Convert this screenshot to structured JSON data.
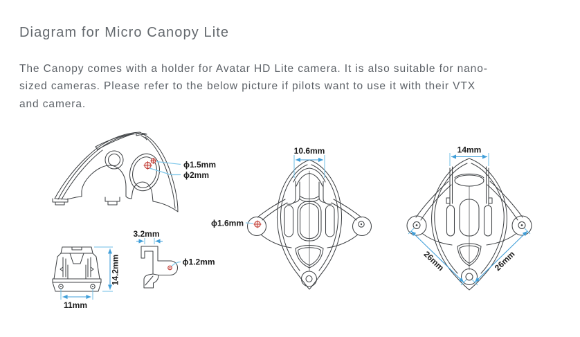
{
  "page": {
    "title": "Diagram for Micro Canopy Lite",
    "paragraph_lines": [
      "The Canopy comes with a holder for Avatar HD Lite camera. It is also suitable for nano-",
      "sized cameras. Please refer to the below picture if pilots want to use it with their VTX",
      "and camera."
    ]
  },
  "labels": {
    "side_view": {
      "hole_small": "ϕ1.5mm",
      "hole_large": "ϕ2mm"
    },
    "holder_front": {
      "height": "14.2mm",
      "hole_spacing": "11mm"
    },
    "holder_side": {
      "hook_width": "3.2mm",
      "hole": "ϕ1.2mm"
    },
    "top_view": {
      "mount_width": "10.6mm",
      "hole": "ϕ1.6mm"
    },
    "bottom_view": {
      "rail_width": "14mm",
      "edge_left": "26mm",
      "edge_right": "26mm"
    }
  },
  "colors": {
    "dimension_blue": "#419fd9",
    "leader_blue": "#7ec7ea",
    "hole_marker_red": "#c23b34",
    "drawing_line": "#3f4245",
    "text_gray": "#5b6066"
  }
}
